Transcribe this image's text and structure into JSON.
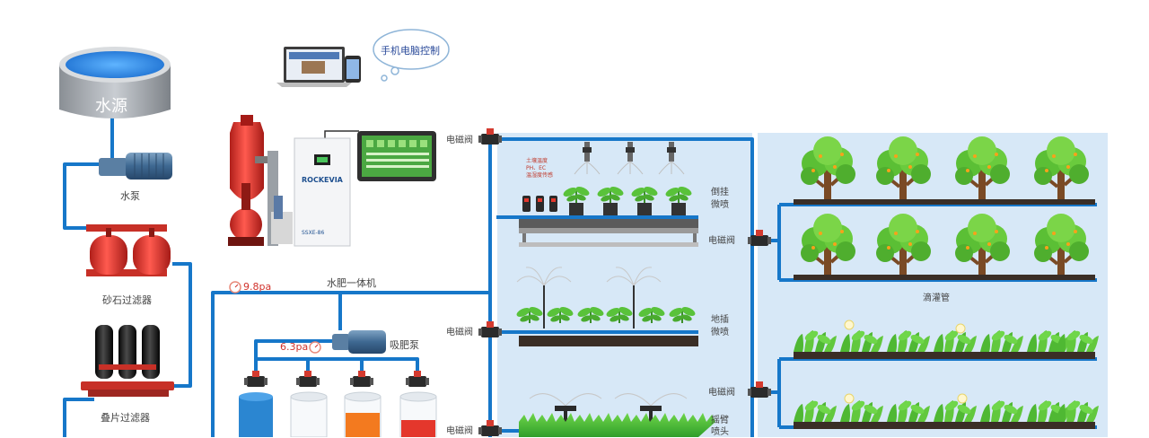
{
  "labels": {
    "water_source": "水源",
    "water_pump": "水泵",
    "sand_filter": "砂石过滤器",
    "disc_filter": "叠片过滤器",
    "phone_pc_control": "手机电脑控制",
    "fertigation_machine": "水肥一体机",
    "suction_pump": "吸肥泵",
    "pressure_main": "9.8pa",
    "pressure_sub": "6.3pa",
    "solenoid_valve": "电磁阀",
    "hanging_spray_line1": "倒挂",
    "hanging_spray_line2": "微喷",
    "ground_spray_line1": "地插",
    "ground_spray_line2": "微喷",
    "rocker_line1": "摇臂",
    "rocker_line2": "喷头",
    "drip_pipe": "滴灌管",
    "sensor_line1": "土壤温度",
    "sensor_line2": "PH、EC",
    "sensor_line3": "温湿度传感",
    "brand": "ROCKEVIA",
    "model": "SSXE-86"
  },
  "colors": {
    "pipe": "#1677c9",
    "zone_bg": "#d7e8f7",
    "tank_orange": "#f37a1f",
    "tank_red": "#e4372c",
    "tank_blue": "#2b86d1",
    "filter_red": "#e23b32"
  }
}
